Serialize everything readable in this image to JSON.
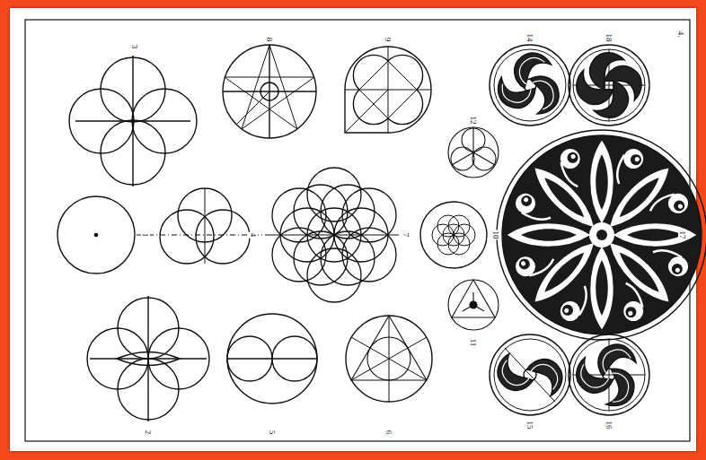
{
  "diagram": {
    "labels": [
      "3",
      "8",
      "9",
      "14",
      "18",
      "12",
      "1",
      "4",
      "7",
      "10",
      "17",
      "11",
      "2",
      "5",
      "6",
      "15",
      "16",
      "4."
    ]
  }
}
